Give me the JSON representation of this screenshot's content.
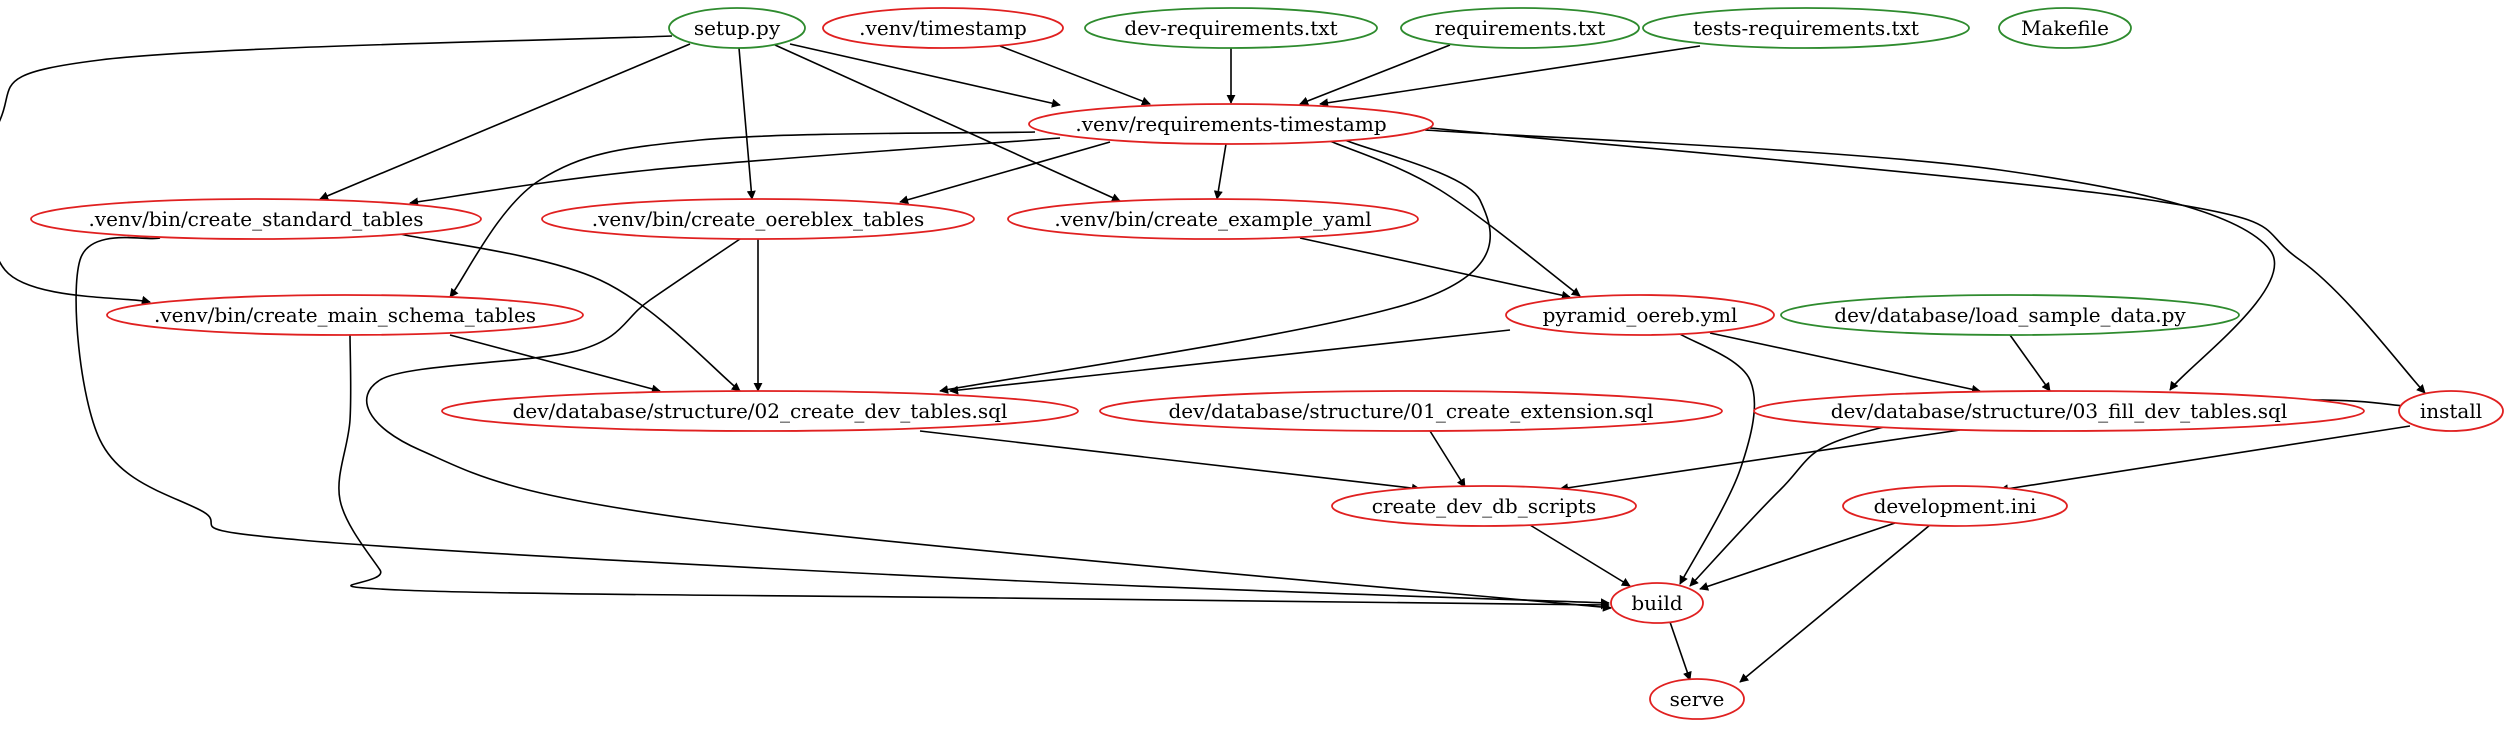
{
  "colors": {
    "source": "#2e8b2e",
    "target": "#e02020",
    "edge": "#000000",
    "background": "#ffffff"
  },
  "nodes": [
    {
      "id": "setup_py",
      "label": "setup.py",
      "kind": "source"
    },
    {
      "id": "venv_timestamp",
      "label": ".venv/timestamp",
      "kind": "target"
    },
    {
      "id": "dev_requirements",
      "label": "dev-requirements.txt",
      "kind": "source"
    },
    {
      "id": "requirements",
      "label": "requirements.txt",
      "kind": "source"
    },
    {
      "id": "tests_requirements",
      "label": "tests-requirements.txt",
      "kind": "source"
    },
    {
      "id": "makefile",
      "label": "Makefile",
      "kind": "source"
    },
    {
      "id": "req_timestamp",
      "label": ".venv/requirements-timestamp",
      "kind": "target"
    },
    {
      "id": "create_standard_tables",
      "label": ".venv/bin/create_standard_tables",
      "kind": "target"
    },
    {
      "id": "create_oereblex_tables",
      "label": ".venv/bin/create_oereblex_tables",
      "kind": "target"
    },
    {
      "id": "create_example_yaml",
      "label": ".venv/bin/create_example_yaml",
      "kind": "target"
    },
    {
      "id": "create_main_schema_tables",
      "label": ".venv/bin/create_main_schema_tables",
      "kind": "target"
    },
    {
      "id": "pyramid_oereb_yml",
      "label": "pyramid_oereb.yml",
      "kind": "target"
    },
    {
      "id": "load_sample_data",
      "label": "dev/database/load_sample_data.py",
      "kind": "source"
    },
    {
      "id": "create_dev_tables_sql",
      "label": "dev/database/structure/02_create_dev_tables.sql",
      "kind": "target"
    },
    {
      "id": "create_extension_sql",
      "label": "dev/database/structure/01_create_extension.sql",
      "kind": "target"
    },
    {
      "id": "fill_dev_tables_sql",
      "label": "dev/database/structure/03_fill_dev_tables.sql",
      "kind": "target"
    },
    {
      "id": "install",
      "label": "install",
      "kind": "target"
    },
    {
      "id": "create_dev_db_scripts",
      "label": "create_dev_db_scripts",
      "kind": "target"
    },
    {
      "id": "development_ini",
      "label": "development.ini",
      "kind": "target"
    },
    {
      "id": "build",
      "label": "build",
      "kind": "target"
    },
    {
      "id": "serve",
      "label": "serve",
      "kind": "target"
    }
  ],
  "edges": [
    {
      "from": "setup_py",
      "to": "req_timestamp"
    },
    {
      "from": "venv_timestamp",
      "to": "req_timestamp"
    },
    {
      "from": "dev_requirements",
      "to": "req_timestamp"
    },
    {
      "from": "requirements",
      "to": "req_timestamp"
    },
    {
      "from": "tests_requirements",
      "to": "req_timestamp"
    },
    {
      "from": "setup_py",
      "to": "create_standard_tables"
    },
    {
      "from": "setup_py",
      "to": "create_oereblex_tables"
    },
    {
      "from": "setup_py",
      "to": "create_example_yaml"
    },
    {
      "from": "setup_py",
      "to": "create_main_schema_tables"
    },
    {
      "from": "req_timestamp",
      "to": "create_standard_tables"
    },
    {
      "from": "req_timestamp",
      "to": "create_oereblex_tables"
    },
    {
      "from": "req_timestamp",
      "to": "create_example_yaml"
    },
    {
      "from": "req_timestamp",
      "to": "create_main_schema_tables"
    },
    {
      "from": "req_timestamp",
      "to": "pyramid_oereb_yml"
    },
    {
      "from": "req_timestamp",
      "to": "create_dev_tables_sql"
    },
    {
      "from": "req_timestamp",
      "to": "fill_dev_tables_sql"
    },
    {
      "from": "req_timestamp",
      "to": "install"
    },
    {
      "from": "create_example_yaml",
      "to": "pyramid_oereb_yml"
    },
    {
      "from": "create_standard_tables",
      "to": "create_dev_tables_sql"
    },
    {
      "from": "create_standard_tables",
      "to": "build"
    },
    {
      "from": "create_oereblex_tables",
      "to": "create_dev_tables_sql"
    },
    {
      "from": "create_oereblex_tables",
      "to": "build"
    },
    {
      "from": "create_main_schema_tables",
      "to": "create_dev_tables_sql"
    },
    {
      "from": "create_main_schema_tables",
      "to": "build"
    },
    {
      "from": "pyramid_oereb_yml",
      "to": "create_dev_tables_sql"
    },
    {
      "from": "pyramid_oereb_yml",
      "to": "fill_dev_tables_sql"
    },
    {
      "from": "pyramid_oereb_yml",
      "to": "build"
    },
    {
      "from": "load_sample_data",
      "to": "fill_dev_tables_sql"
    },
    {
      "from": "create_dev_tables_sql",
      "to": "create_dev_db_scripts"
    },
    {
      "from": "create_extension_sql",
      "to": "create_dev_db_scripts"
    },
    {
      "from": "fill_dev_tables_sql",
      "to": "create_dev_db_scripts"
    },
    {
      "from": "install",
      "to": "development_ini"
    },
    {
      "from": "install",
      "to": "build"
    },
    {
      "from": "create_dev_db_scripts",
      "to": "build"
    },
    {
      "from": "development_ini",
      "to": "build"
    },
    {
      "from": "development_ini",
      "to": "serve"
    },
    {
      "from": "build",
      "to": "serve"
    }
  ]
}
